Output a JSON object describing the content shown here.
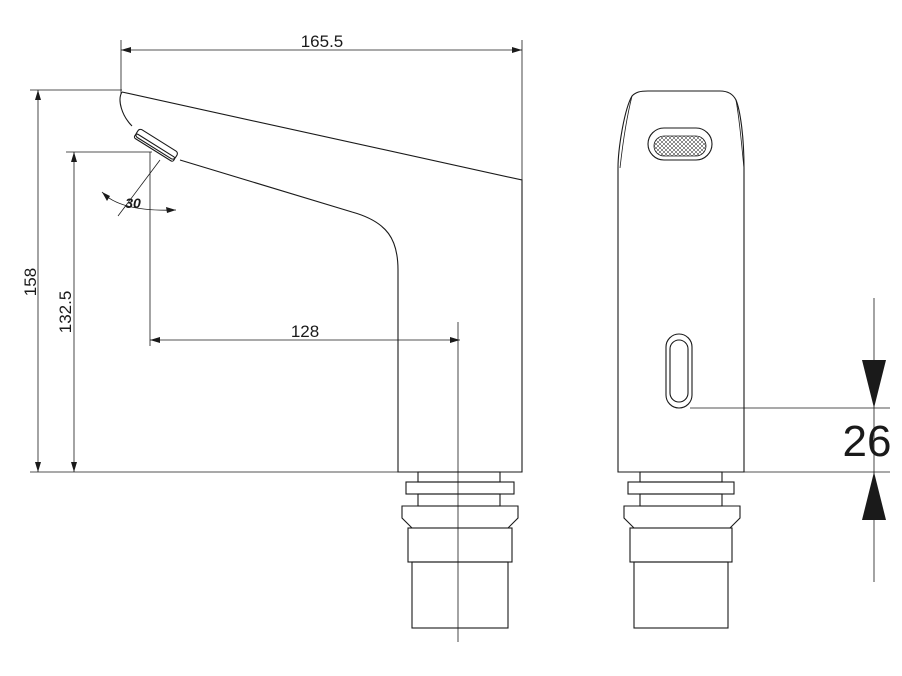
{
  "dimensions": {
    "overall_length": "165.5",
    "overall_height": "158",
    "outlet_height": "132.5",
    "reach": "128",
    "spray_angle": "30",
    "sensor_height": "26"
  }
}
